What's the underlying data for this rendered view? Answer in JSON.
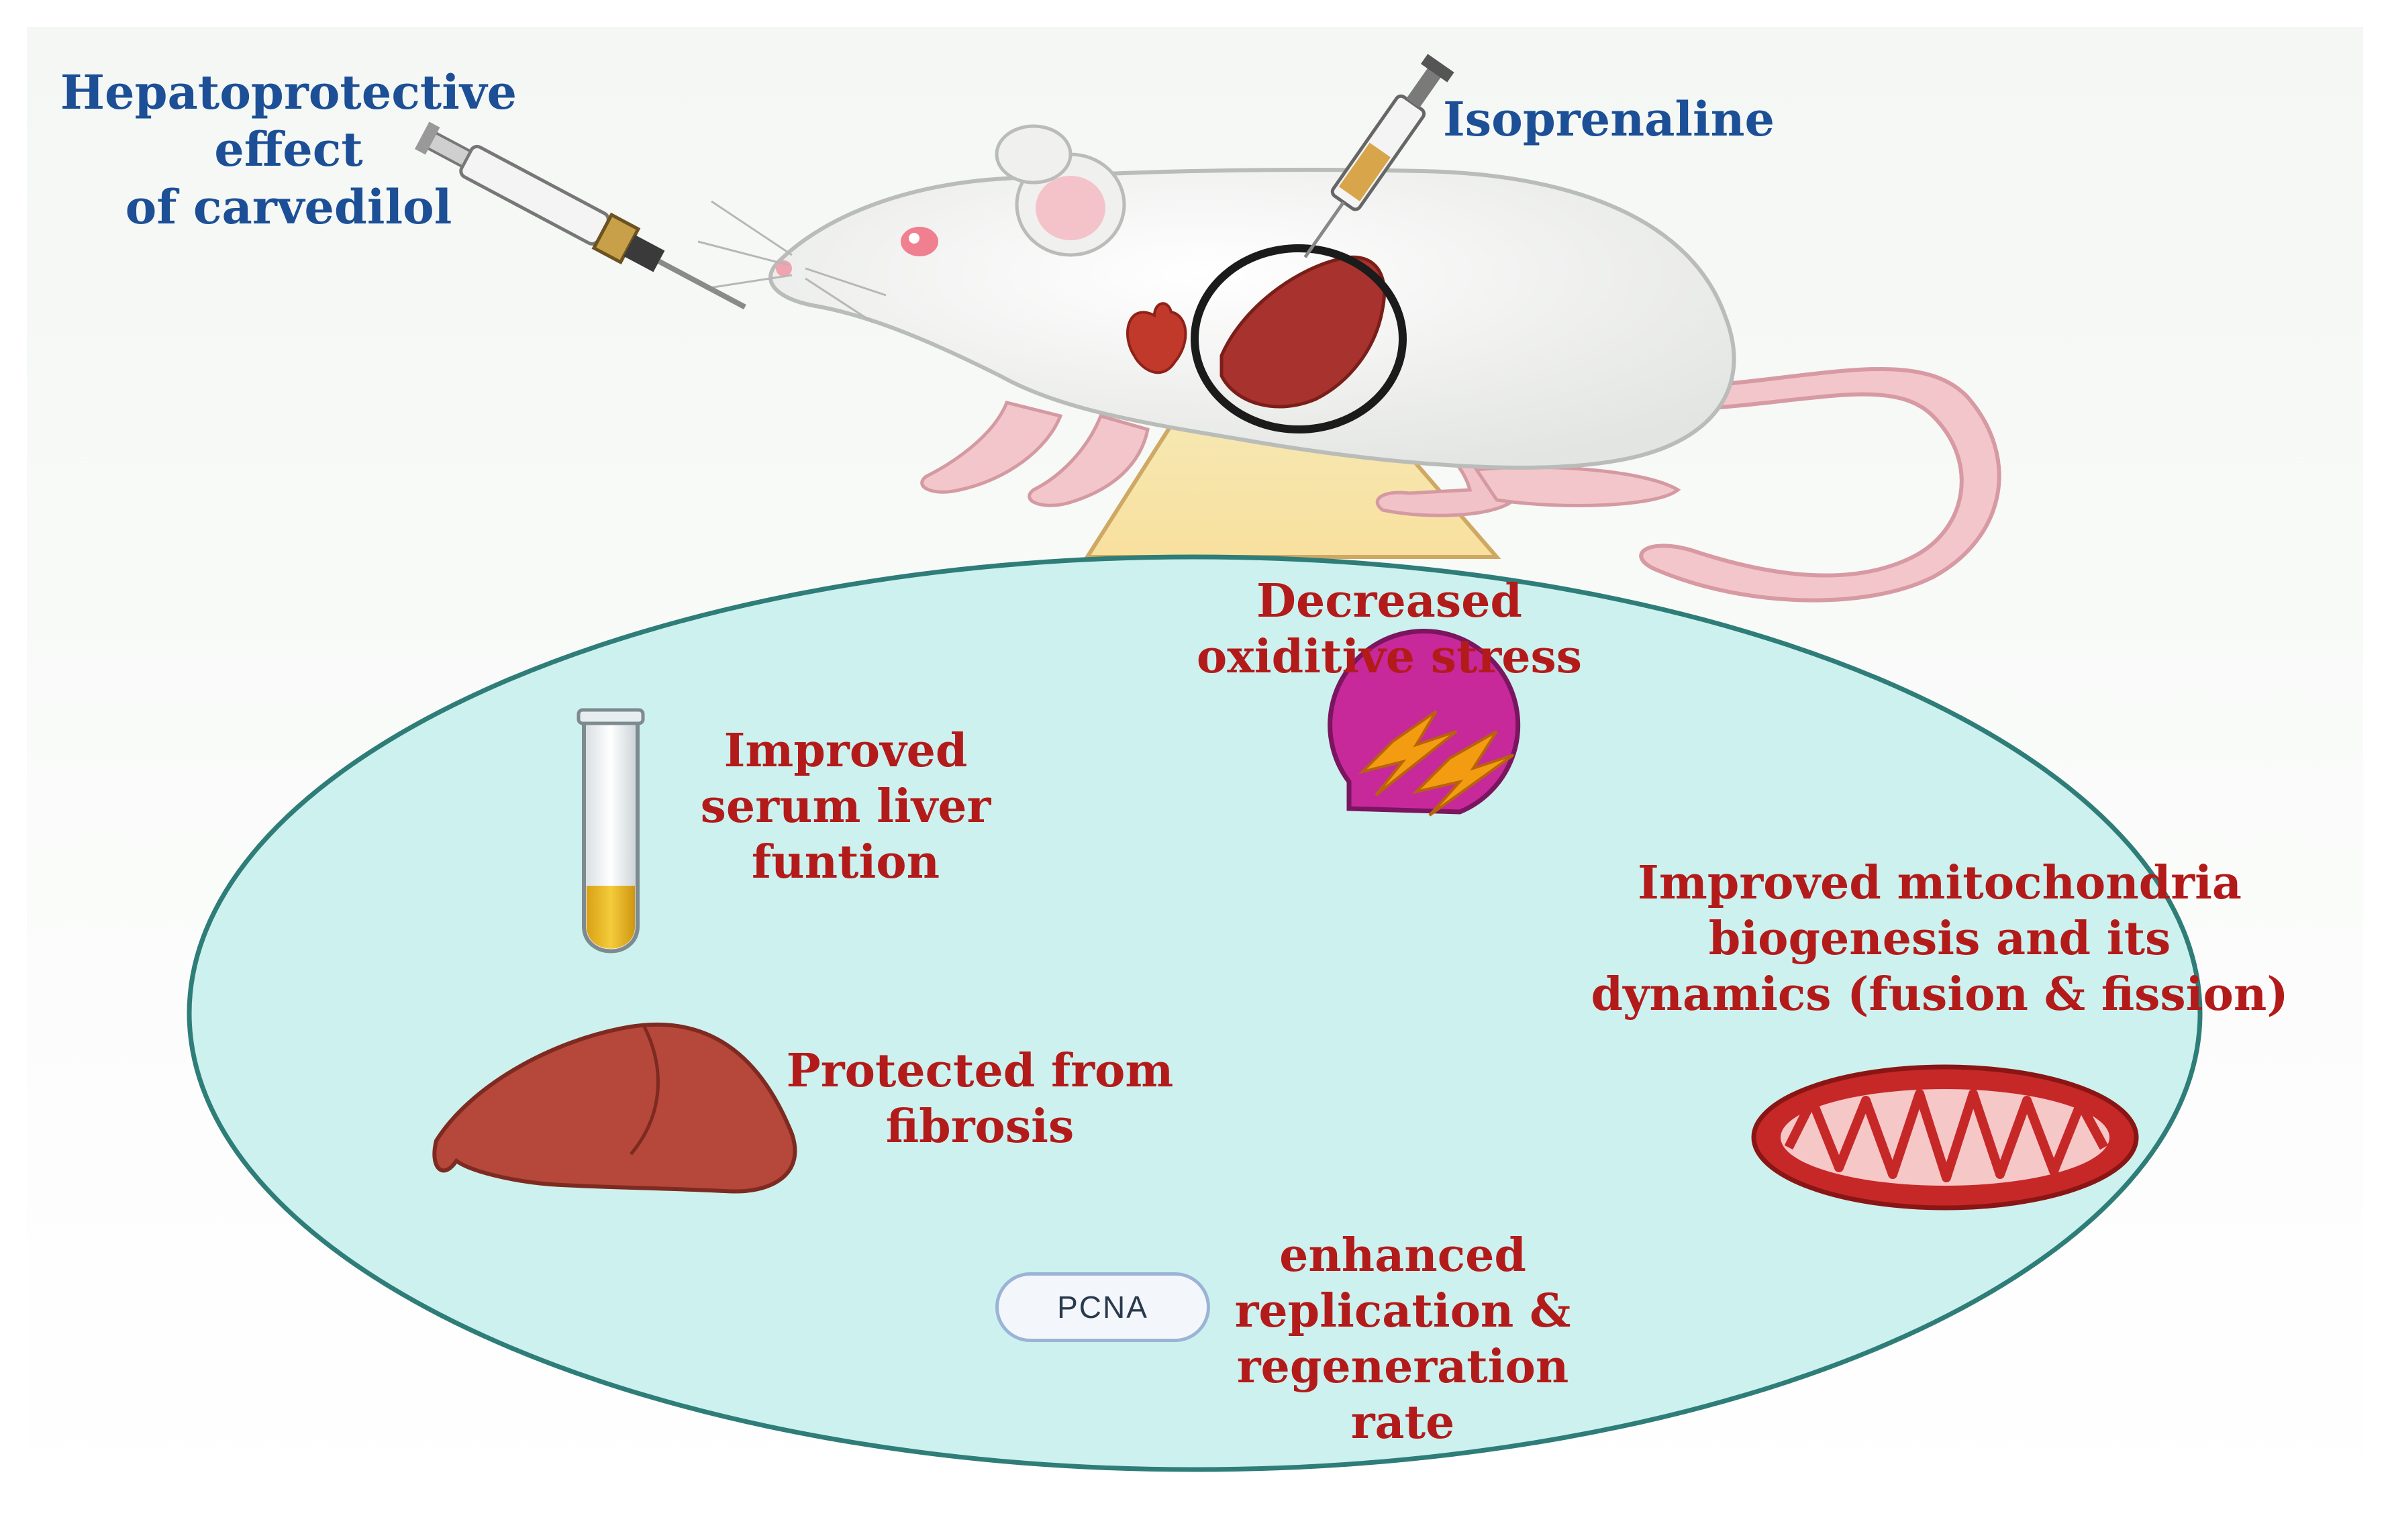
{
  "header": {
    "title_lines": [
      "Hepatoprotective",
      "effect",
      "of carvedilol"
    ],
    "injection_label": "Isoprenaline"
  },
  "effects": {
    "oxidative_stress": [
      "Decreased",
      "oxiditive stress"
    ],
    "serum": [
      "Improved",
      "serum liver",
      "funtion"
    ],
    "mitochondria": [
      "Improved mitochondria",
      "biogenesis and its",
      "dynamics (fusion & fission)"
    ],
    "fibrosis": [
      "Protected from",
      "fibrosis"
    ],
    "replication": [
      "enhanced",
      "replication &",
      "regeneration",
      "rate"
    ],
    "marker_label": "PCNA"
  },
  "colors": {
    "title_text": "#1c4f96",
    "effect_text": "#b31b1b",
    "ellipse_fill": "#cdf1ee",
    "ellipse_stroke": "#2e7d78",
    "liver": "#b5483b",
    "pie": "#c7299a",
    "lightning": "#f39c12",
    "mitochondria": "#c62828",
    "serum": "#e8b92a"
  },
  "icons": {
    "rat": "rat-illustration",
    "oral_gavage": "syringe-gavage-icon",
    "injection": "syringe-icon",
    "tube": "test-tube-icon",
    "liver": "liver-icon",
    "oxidative": "pie-lightning-icon",
    "mito": "mitochondria-icon"
  }
}
